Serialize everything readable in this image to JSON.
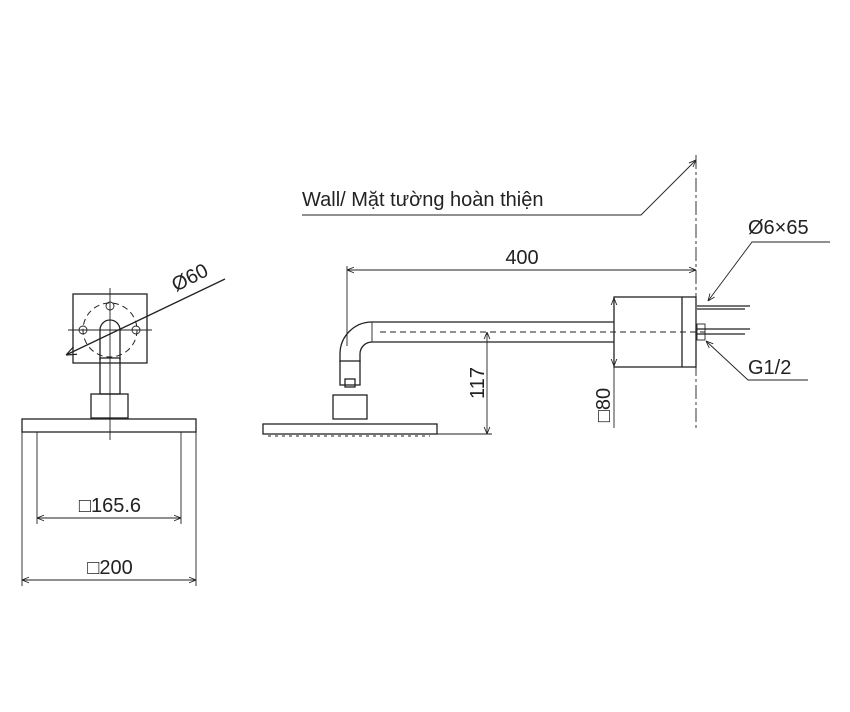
{
  "drawing": {
    "wall_label": "Wall/ Mặt tường hoàn thiện",
    "dimensions": {
      "arm_length": "400",
      "drop_height": "117",
      "backplate_size": "□80",
      "mount_diameter": "Ø60",
      "inner_head_size": "□165.6",
      "head_size": "□200"
    },
    "callouts": {
      "anchor_bolt": "Ø6×65",
      "thread": "G1/2"
    }
  }
}
